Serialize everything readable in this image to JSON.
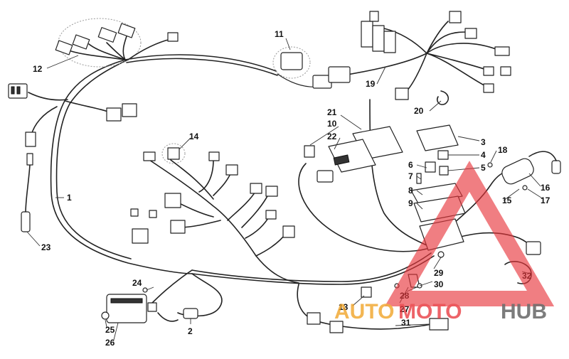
{
  "diagram": {
    "callouts": [
      "1",
      "2",
      "3",
      "4",
      "5",
      "6",
      "7",
      "8",
      "9",
      "10",
      "11",
      "12",
      "13",
      "14",
      "15",
      "16",
      "17",
      "18",
      "19",
      "20",
      "21",
      "22",
      "23",
      "24",
      "25",
      "26",
      "27",
      "28",
      "29",
      "30",
      "31",
      "32"
    ]
  },
  "watermark": {
    "brand_part1": "AUTO",
    "brand_part2": "MOTO",
    "brand_part3": "HUB",
    "colors": {
      "red": "#e8353b",
      "orange": "#f0a020",
      "dark": "#555555"
    }
  }
}
